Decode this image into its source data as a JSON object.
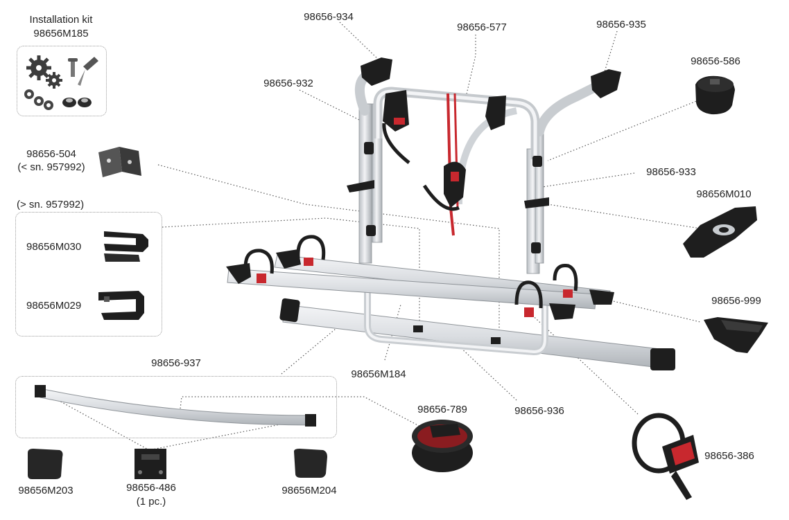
{
  "labels": {
    "kit_title": "Installation kit",
    "kit_code": "98656M185",
    "p934": "98656-934",
    "p577": "98656-577",
    "p935": "98656-935",
    "p932": "98656-932",
    "p586": "98656-586",
    "p504": "98656-504",
    "p504_note": "(< sn. 957992)",
    "p933": "98656-933",
    "m010": "98656M010",
    "group_note": "(> sn. 957992)",
    "m030": "98656M030",
    "m029": "98656M029",
    "p999": "98656-999",
    "p937": "98656-937",
    "m184": "98656M184",
    "p789": "98656-789",
    "p936": "98656-936",
    "p386": "98656-386",
    "m203": "98656M203",
    "p486": "98656-486",
    "p486_note": "(1 pc.)",
    "m204": "98656M204"
  },
  "colors": {
    "frame": "#e3e6ea",
    "frame_edge": "#9aa0a6",
    "plastic": "#1e1e1e",
    "strap_red": "#c8282e",
    "leader": "#555555",
    "box_border": "#9a9a9a"
  },
  "icons": [
    "gear-icon",
    "screw-icon",
    "nut-icon",
    "chain-icon"
  ]
}
